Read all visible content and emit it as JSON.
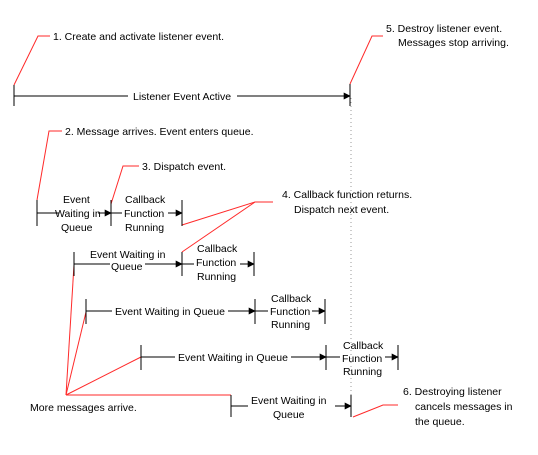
{
  "colors": {
    "timeline": "#000000",
    "callout": "#ff2a2a",
    "background": "#ffffff",
    "dashed_guide": "#9a9a9a"
  },
  "callouts": {
    "step1": "1. Create and activate listener event.",
    "step2": "2. Message arrives. Event enters queue.",
    "step3": "3. Dispatch event.",
    "step4_line1": "4. Callback function returns.",
    "step4_line2": "Dispatch next event.",
    "step5_line1": "5. Destroy listener event.",
    "step5_line2": "Messages stop arriving.",
    "step6_line1": "6. Destroying listener",
    "step6_line2": "cancels messages in",
    "step6_line3": "the queue.",
    "more_messages": "More messages arrive."
  },
  "timeline": {
    "listener_active": "Listener Event Active"
  },
  "rows": {
    "row1_wait_l1": "Event",
    "row1_wait_l2": "Waiting in",
    "row1_wait_l3": "Queue",
    "row1_cb_l1": "Callback",
    "row1_cb_l2": "Function",
    "row1_cb_l3": "Running",
    "row2_wait_l1": "Event Waiting in",
    "row2_wait_l2": "Queue",
    "row2_cb_l1": "Callback",
    "row2_cb_l2": "Function",
    "row2_cb_l3": "Running",
    "row3_wait": "Event Waiting in Queue",
    "row3_cb_l1": "Callback",
    "row3_cb_l2": "Function",
    "row3_cb_l3": "Running",
    "row4_wait": "Event Waiting in Queue",
    "row4_cb_l1": "Callback",
    "row4_cb_l2": "Function",
    "row4_cb_l3": "Running",
    "row5_wait_l1": "Event Waiting in",
    "row5_wait_l2": "Queue"
  }
}
